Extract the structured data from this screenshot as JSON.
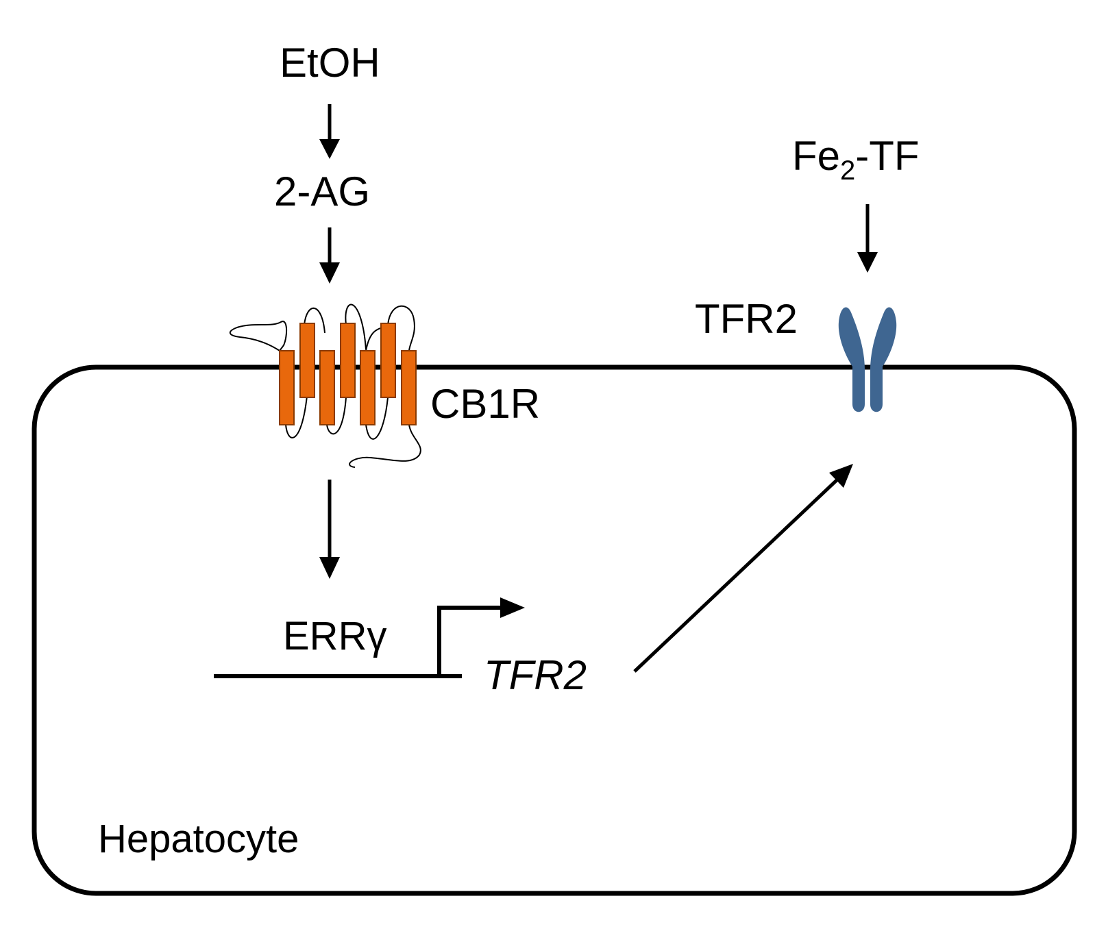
{
  "labels": {
    "etoh": "EtOH",
    "two_ag": "2-AG",
    "fe2tf_prefix": "Fe",
    "fe2tf_sub": "2",
    "fe2tf_suffix": "-TF",
    "tfr2_receptor": "TFR2",
    "cb1r": "CB1R",
    "err_gamma": "ERRγ",
    "tfr2_gene": "TFR2",
    "hepatocyte": "Hepatocyte"
  },
  "colors": {
    "cb1r_helix": "#E8680C",
    "cb1r_helix_stroke": "#8a3a00",
    "tfr2_receptor": "#3F6691",
    "line": "#000000"
  }
}
